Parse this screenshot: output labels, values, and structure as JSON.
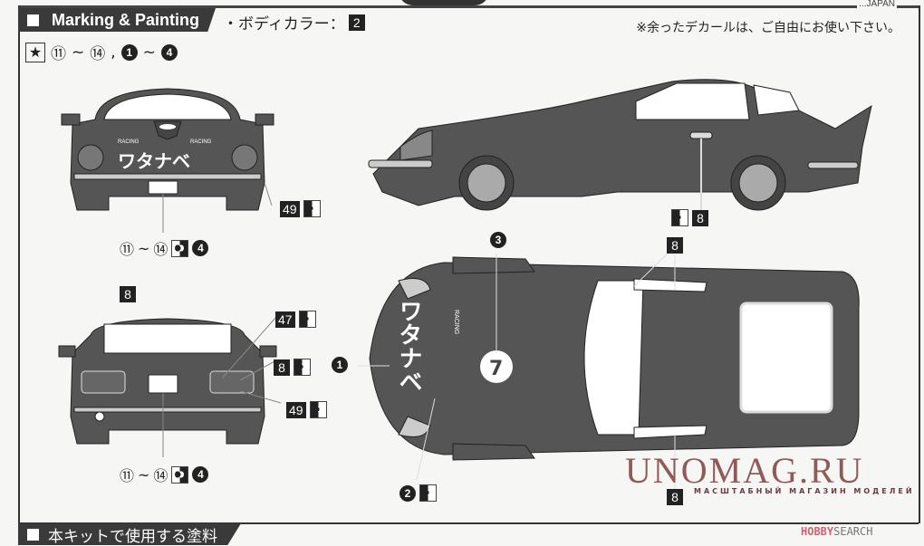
{
  "page": {
    "top_address_fragment": "...JAPAN",
    "section_title": "Marking & Painting",
    "body_color_label": "・ボディカラー：",
    "body_color_number": "2",
    "note": "※余ったデカールは、ご自由にお使い下さい。",
    "star_legend": {
      "star_icon": "star-icon",
      "range1_start": "⑪",
      "range1_end": "⑭",
      "sep1": "~",
      "comma": ",",
      "range2_start": "1",
      "range2_end": "4",
      "sep2": "~"
    },
    "footer_title": "本キットで使用する塗料"
  },
  "front_view": {
    "callouts": [
      {
        "label": "49",
        "icon": "checker-circle-icon"
      },
      {
        "range_start": "⑪",
        "range_end": "⑭",
        "sep": "~",
        "icon": "checker-arrow-icon",
        "number": "4"
      }
    ],
    "decal_text": {
      "racing_left": "RACING",
      "racing_right": "RACING",
      "name": "ワタナベ"
    }
  },
  "rear_view": {
    "callouts": [
      {
        "label": "8"
      },
      {
        "label": "47",
        "icon": "checker-circle-icon"
      },
      {
        "label": "8",
        "icon": "checker-circle-icon"
      },
      {
        "label": "49",
        "icon": "checker-circle-icon"
      },
      {
        "range_start": "⑪",
        "range_end": "⑭",
        "sep": "~",
        "icon": "checker-arrow-icon",
        "number": "4"
      }
    ]
  },
  "side_view": {
    "callouts": [
      {
        "label": "8",
        "icon": "checker-circle-icon"
      }
    ]
  },
  "top_view": {
    "callouts": [
      {
        "number": "3"
      },
      {
        "number": "1"
      },
      {
        "number": "2",
        "icon": "checker-circle-icon"
      },
      {
        "label": "8"
      },
      {
        "label": "8"
      }
    ],
    "decal_text": {
      "racing": "RACING",
      "name": "ワタナベ",
      "emblem": "7"
    }
  },
  "watermarks": {
    "unomag": "UNOMAG.RU",
    "unomag_sub": "МАСШТАБНЫЙ МАГАЗИН МОДЕЛЕЙ",
    "hobby": "HOBBY",
    "search": "SEARCH"
  },
  "colors": {
    "body": "#555555",
    "header": "#3a3a3a",
    "paper": "#f6f6f4"
  }
}
